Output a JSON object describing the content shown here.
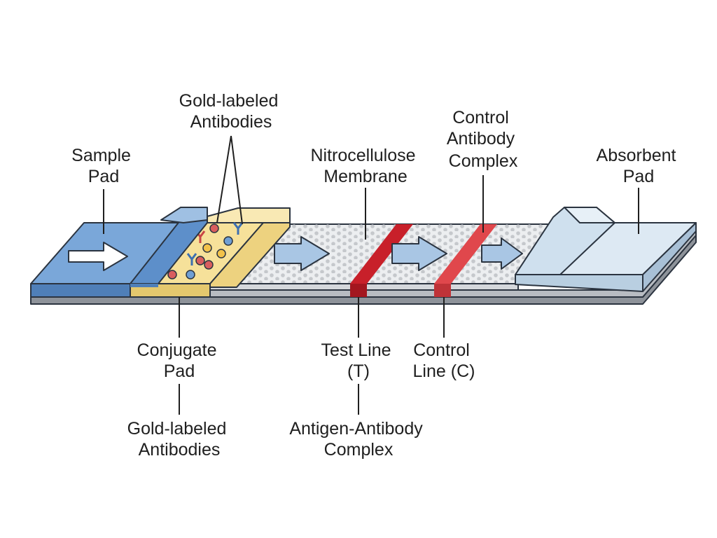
{
  "labels": {
    "sample_pad": [
      "Sample",
      "Pad"
    ],
    "gold_labeled_top": [
      "Gold-labeled",
      "Antibodies"
    ],
    "membrane": [
      "Nitrocellulose",
      "Membrane"
    ],
    "control_complex": [
      "Control",
      "Antibody",
      "Complex"
    ],
    "absorbent_pad": [
      "Absorbent",
      "Pad"
    ],
    "conjugate_pad": [
      "Conjugate",
      "Pad"
    ],
    "gold_labeled_bottom": [
      "Gold-labeled",
      "Antibodies"
    ],
    "test_line": [
      "Test Line",
      "(T)"
    ],
    "control_line": [
      "Control",
      "Line (C)"
    ],
    "antigen_antibody": [
      "Antigen-Antibody",
      "Complex"
    ]
  },
  "colors": {
    "sample_pad": "#6f9fd4",
    "conjugate_pad": "#f6e19a",
    "membrane": "#eceef0",
    "test_line": "#c8202a",
    "control_line": "#e0474c",
    "absorbent_pad": "#cfe0ee",
    "backing": "#b8bcc2"
  }
}
